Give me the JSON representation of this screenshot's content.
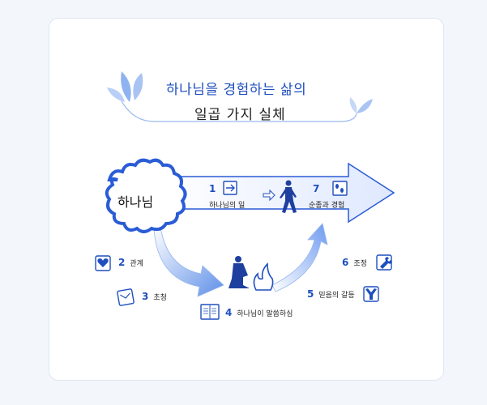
{
  "title": {
    "line1": "하나님을 경험하는 삶의",
    "line2": "일곱 가지 실체"
  },
  "center": {
    "label": "하나님"
  },
  "steps": [
    {
      "number": "1",
      "label": "하나님의 일",
      "icon": "arrow-box-icon"
    },
    {
      "number": "2",
      "label": "관계",
      "icon": "heart-icon"
    },
    {
      "number": "3",
      "label": "초청",
      "icon": "envelope-icon"
    },
    {
      "number": "4",
      "label": "하나님이 말씀하심",
      "icon": "book-icon"
    },
    {
      "number": "5",
      "label": "믿음의 갈등",
      "icon": "fork-road-icon"
    },
    {
      "number": "6",
      "label": "조정",
      "icon": "wrench-icon"
    },
    {
      "number": "7",
      "label": "순종과 경험",
      "icon": "footprints-icon"
    }
  ],
  "colors": {
    "accent": "#1f4fbf",
    "arrow_outline": "#2a5cd6",
    "arrow_fill_light": "#eaf1ff",
    "leaf": "#8fb3f0"
  }
}
